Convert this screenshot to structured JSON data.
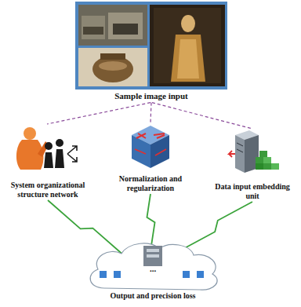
{
  "diagram": {
    "nodes": [
      {
        "text": [
          "Sample image input"
        ]
      },
      {
        "text": [
          "System organizational structure network"
        ]
      },
      {
        "text": [
          "Normalization and regularization"
        ]
      },
      {
        "text": [
          "Data input embedding unit"
        ]
      },
      {
        "text": [
          "Output and precision loss"
        ]
      }
    ],
    "edges": [
      {
        "from": 0,
        "to": 1,
        "arrow": "none"
      },
      {
        "from": 0,
        "to": 2,
        "arrow": "none"
      },
      {
        "from": 0,
        "to": 3,
        "arrow": "none"
      },
      {
        "from": 1,
        "to": 4,
        "arrow": "none"
      },
      {
        "from": 2,
        "to": 4,
        "arrow": "none"
      },
      {
        "from": 3,
        "to": 4,
        "arrow": "none"
      }
    ],
    "labels": [
      "..."
    ]
  }
}
